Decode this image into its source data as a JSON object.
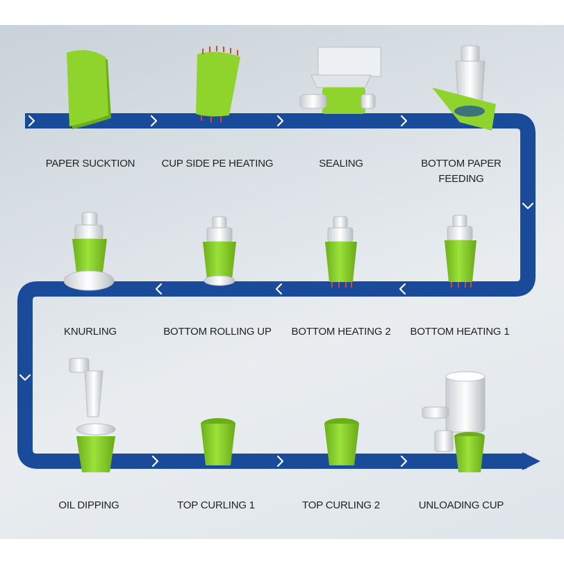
{
  "colors": {
    "track": "#1a4a9a",
    "cup_green": "#8ed42c",
    "cup_green_dark": "#6cae1a",
    "machine_white": "#eef1f3",
    "heater_orange": "#d84a1a"
  },
  "steps": [
    {
      "label": "PAPER SUCKTION",
      "icon": "paper-stack-icon"
    },
    {
      "label": "CUP SIDE PE HEATING",
      "icon": "heated-paper-icon"
    },
    {
      "label": "SEALING",
      "icon": "sealer-icon"
    },
    {
      "label": "BOTTOM PAPER\nFEEDING",
      "icon": "bottom-feed-icon"
    },
    {
      "label": "BOTTOM HEATING 1",
      "icon": "heated-cup-icon"
    },
    {
      "label": "BOTTOM HEATING 2",
      "icon": "heated-cup-icon"
    },
    {
      "label": "BOTTOM ROLLING UP",
      "icon": "rolling-cup-icon"
    },
    {
      "label": "KNURLING",
      "icon": "knurling-cup-icon"
    },
    {
      "label": "OIL DIPPING",
      "icon": "oil-dipping-icon"
    },
    {
      "label": "TOP CURLING 1",
      "icon": "cup-icon"
    },
    {
      "label": "TOP CURLING 2",
      "icon": "cup-icon"
    },
    {
      "label": "UNLOADING CUP",
      "icon": "unloading-cup-icon"
    }
  ]
}
